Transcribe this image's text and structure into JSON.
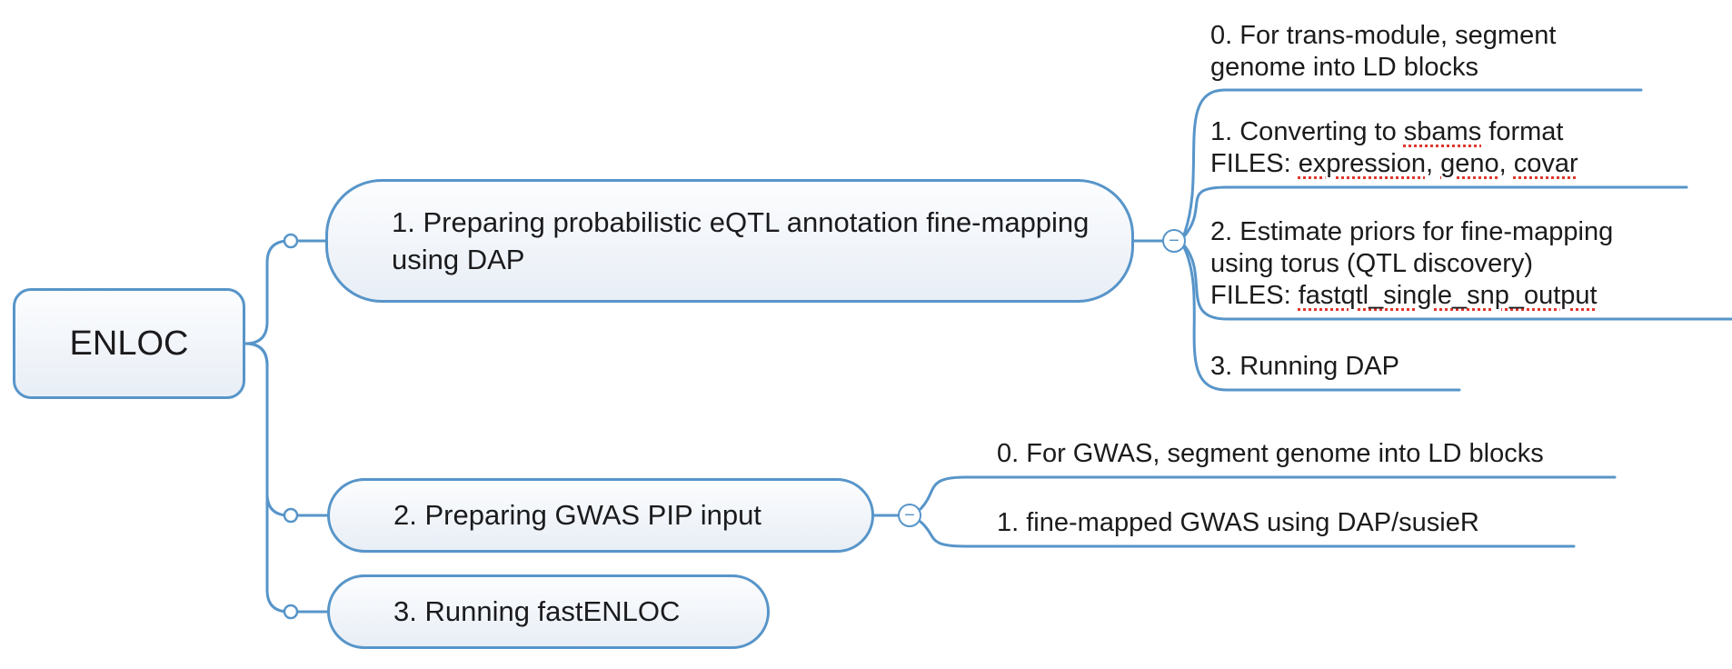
{
  "colors": {
    "line": "#5795c9",
    "text": "#1b1b1d",
    "node_fill_top": "#fcfdfe",
    "node_fill_bottom": "#e8eef6",
    "misspell": "#e0362c"
  },
  "ui": {
    "collapse_glyph": "−"
  },
  "root": {
    "label": "ENLOC"
  },
  "branches": [
    {
      "label": "1. Preparing probabilistic eQTL annotation fine-mapping using DAP",
      "children": [
        {
          "lines": [
            "0. For trans-module, segment",
            "genome into LD blocks"
          ]
        },
        {
          "lines": [
            "1. Converting to sbams format",
            "FILES: expression, geno, covar"
          ]
        },
        {
          "lines": [
            "2. Estimate priors for fine-mapping",
            "using torus (QTL discovery)",
            "FILES: fastqtl_single_snp_output"
          ]
        },
        {
          "lines": [
            "3. Running DAP"
          ]
        }
      ]
    },
    {
      "label": "2. Preparing GWAS PIP input",
      "children": [
        {
          "lines": [
            "0. For GWAS, segment genome into LD blocks"
          ]
        },
        {
          "lines": [
            "1. fine-mapped GWAS using DAP/susieR"
          ]
        }
      ]
    },
    {
      "label": "3. Running fastENLOC",
      "children": []
    }
  ],
  "misspelled_words": [
    "sbams",
    "expression",
    "geno",
    "covar",
    "fastqtl_single_snp_output"
  ]
}
